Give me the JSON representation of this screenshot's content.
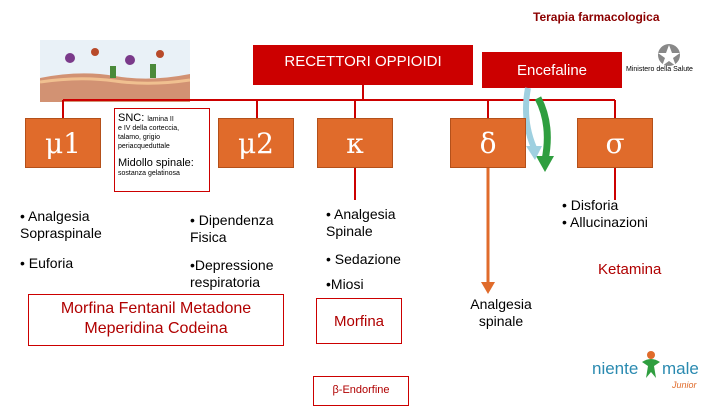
{
  "header": {
    "title": "Terapia farmacologica"
  },
  "banner": {
    "recettori": "RECETTORI OPPIOIDI",
    "encefaline": "Encefaline"
  },
  "logos": {
    "ministero": "Ministero della Salute",
    "niente": "niente",
    "male": "male",
    "junior": "Junior"
  },
  "receptors": {
    "mu1": "μ1",
    "mu2": "μ2",
    "kappa": "κ",
    "delta": "δ",
    "sigma": "σ"
  },
  "snc": {
    "label": "SNC:",
    "lamina": "lamina II",
    "line2": "e IV della corteccia,",
    "line3": "talamo, grigio",
    "line4": "periacqueduttale",
    "midollo": "Midollo spinale:",
    "sostanza": "sostanza gelatinosa"
  },
  "mu1_effects": [
    "• Analgesia Sopraspinale",
    "• Euforia"
  ],
  "mu2_effects": [
    "• Dipendenza Fisica",
    "•Depressione respiratoria"
  ],
  "kappa_effects": [
    "• Analgesia Spinale",
    "• Sedazione",
    "•Miosi"
  ],
  "sigma_effects": [
    "• Disforia",
    "• Allucinazioni"
  ],
  "drugs": {
    "mu": "Morfina  Fentanil  Metadone Meperidina  Codeina",
    "kappa": "Morfina",
    "delta": "Analgesia spinale",
    "sigma": "Ketamina",
    "endorfine": "β-Endorfine"
  },
  "colors": {
    "red": "#cc0000",
    "orange": "#e06b2b",
    "green": "#2f9e3f",
    "cyan": "#9fd0e0"
  }
}
